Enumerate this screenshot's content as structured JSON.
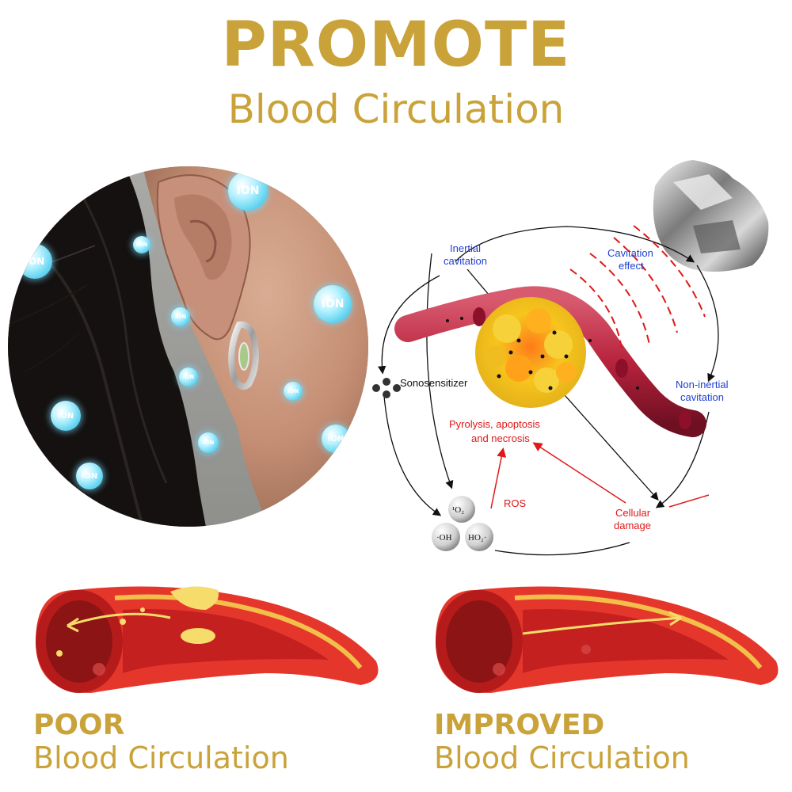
{
  "header": {
    "title": "PROMOTE",
    "subtitle": "Blood Circulation"
  },
  "ion_label": "ION",
  "diagram": {
    "inertial_cavitation": [
      "Inertial",
      "cavitation"
    ],
    "cavitation_effect": [
      "Cavitation",
      "effect"
    ],
    "sonosensitizer": "Sonosensitizer",
    "non_inertial_cavitation": [
      "Non-inertial",
      "cavitation"
    ],
    "pyrolysis": [
      "Pyrolysis, apoptosis",
      "and necrosis"
    ],
    "ros": "ROS",
    "cellular_damage": [
      "Cellular",
      "damage"
    ],
    "singlet_oxygen": "¹O₂",
    "hydroxyl": "·OH",
    "hydroperoxyl": "HO₂·"
  },
  "poor": {
    "heading": "POOR",
    "caption": "Blood Circulation"
  },
  "improved": {
    "heading": "IMPROVED",
    "caption": "Blood Circulation"
  },
  "colors": {
    "gold": "#c9a33a",
    "vessel_red": "#e3322a",
    "vessel_dark": "#9e1616",
    "ion_blue": "#3fc7ea",
    "diagram_blue": "#1f3fd1",
    "diagram_red": "#e01818"
  }
}
